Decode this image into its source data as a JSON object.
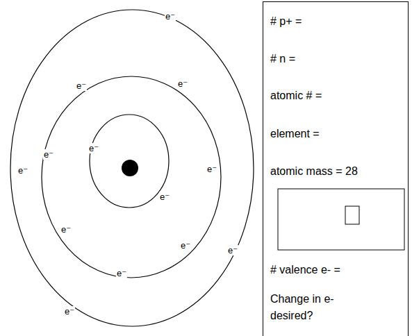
{
  "diagram": {
    "nodes": [
      {
        "text": [
          "# p+ =",
          "# n =",
          "atomic # =",
          "element =",
          "atomic mass = 28",
          "# valence e- =",
          "Change in e- desired?"
        ]
      }
    ],
    "labels": [
      "e⁻",
      "e⁻",
      "e⁻",
      "e⁻",
      "e⁻",
      "e⁻",
      "e⁻",
      "e⁻",
      "e⁻",
      "e⁻",
      "e⁻",
      "e⁻",
      "e⁻"
    ]
  }
}
